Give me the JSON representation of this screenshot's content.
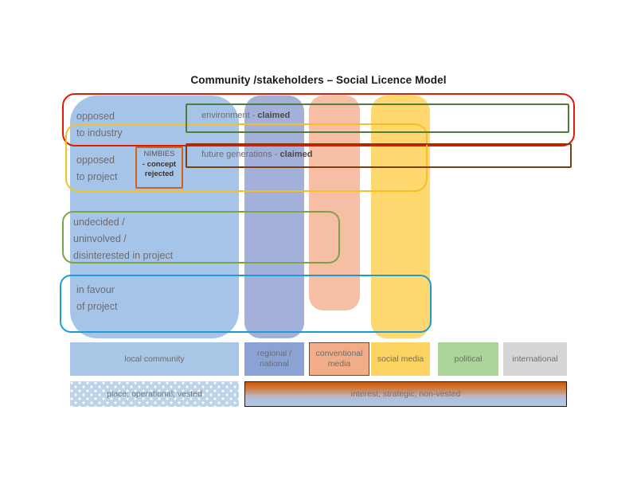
{
  "title": "Community /stakeholders – Social Licence Model",
  "rows": [
    {
      "id": "opposed-to-industry",
      "label": "opposed\nto industry",
      "outline_color": "#e01b00"
    },
    {
      "id": "opposed-to-project",
      "label": "opposed\nto project",
      "outline_color": "#f5bf26"
    },
    {
      "id": "undecided",
      "label": "undecided /\nuninvolved /\ndisinterested in project",
      "outline_color": "#7aa34a"
    },
    {
      "id": "in-favour",
      "label": "in favour\nof project",
      "outline_color": "#1f9bd4"
    }
  ],
  "claims": [
    {
      "id": "environment-claimed",
      "text_plain": "environment - ",
      "text_bold": "claimed",
      "outline_color": "#4f7d3a"
    },
    {
      "id": "future-generations-claimed",
      "text_plain": "future generations  - ",
      "text_bold": "claimed",
      "outline_color": "#7b3f10"
    }
  ],
  "nimbies": {
    "line1": "NIMBIES",
    "line2": "- concept",
    "line3": "rejected",
    "outline_color": "#d2601a"
  },
  "bands": [
    {
      "id": "local-community",
      "color": "#8db4e2"
    },
    {
      "id": "regional-national",
      "color": "#6a81c3"
    },
    {
      "id": "conventional-media",
      "color": "#f0966e"
    },
    {
      "id": "social-media",
      "color": "#ffcd46"
    }
  ],
  "legend": [
    {
      "id": "local-community",
      "label": "local community",
      "color": "#a8c6e5"
    },
    {
      "id": "regional-national",
      "label": "regional /\nnational",
      "color": "#8ba3d4"
    },
    {
      "id": "conventional-media",
      "label": "conventional\nmedia",
      "color": "#f2ad86"
    },
    {
      "id": "social-media",
      "label": "social media",
      "color": "#fcd462"
    },
    {
      "id": "political",
      "label": "political",
      "color": "#abd49a"
    },
    {
      "id": "international",
      "label": "international",
      "color": "#d6d6d6"
    }
  ],
  "axis_bars": [
    {
      "id": "place-operational-vested",
      "label": "place; operational; vested",
      "color": "#bdd3e8"
    },
    {
      "id": "interest-strategic-nonvested",
      "label": "interest; strategic; non-vested",
      "gradient_top": "#c55a11",
      "gradient_bottom": "#b4c9e8"
    }
  ]
}
